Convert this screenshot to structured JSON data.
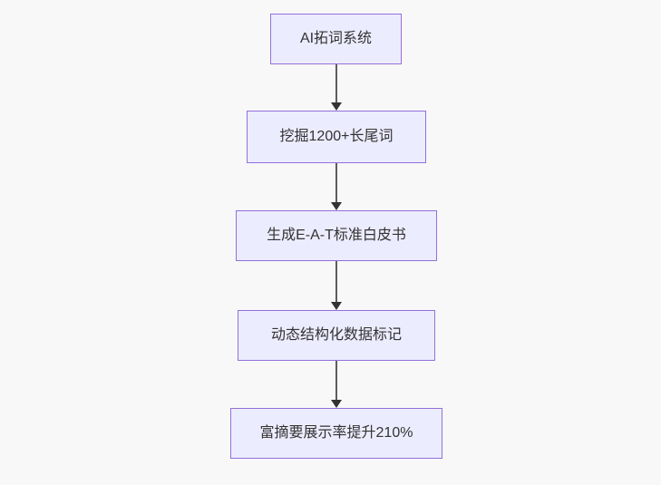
{
  "diagram": {
    "type": "flowchart",
    "direction": "top-down",
    "nodes": [
      {
        "label": "AI拓词系统"
      },
      {
        "label": "挖掘1200+长尾词"
      },
      {
        "label": "生成E-A-T标准白皮书"
      },
      {
        "label": "动态结构化数据标记"
      },
      {
        "label": "富摘要展示率提升210%"
      }
    ],
    "edges": [
      {
        "from": "AI拓词系统",
        "to": "挖掘1200+长尾词",
        "style": "arrow-down"
      },
      {
        "from": "挖掘1200+长尾词",
        "to": "生成E-A-T标准白皮书",
        "style": "arrow-down"
      },
      {
        "from": "生成E-A-T标准白皮书",
        "to": "动态结构化数据标记",
        "style": "arrow-down"
      },
      {
        "from": "动态结构化数据标记",
        "to": "富摘要展示率提升210%",
        "style": "arrow-down"
      }
    ],
    "colors": {
      "background": "#f8f8f8",
      "node_fill": "#ececff",
      "node_border": "#9370db",
      "node_text": "#333333",
      "arrow_line": "#5c5c5c",
      "arrow_head": "#333333"
    }
  }
}
